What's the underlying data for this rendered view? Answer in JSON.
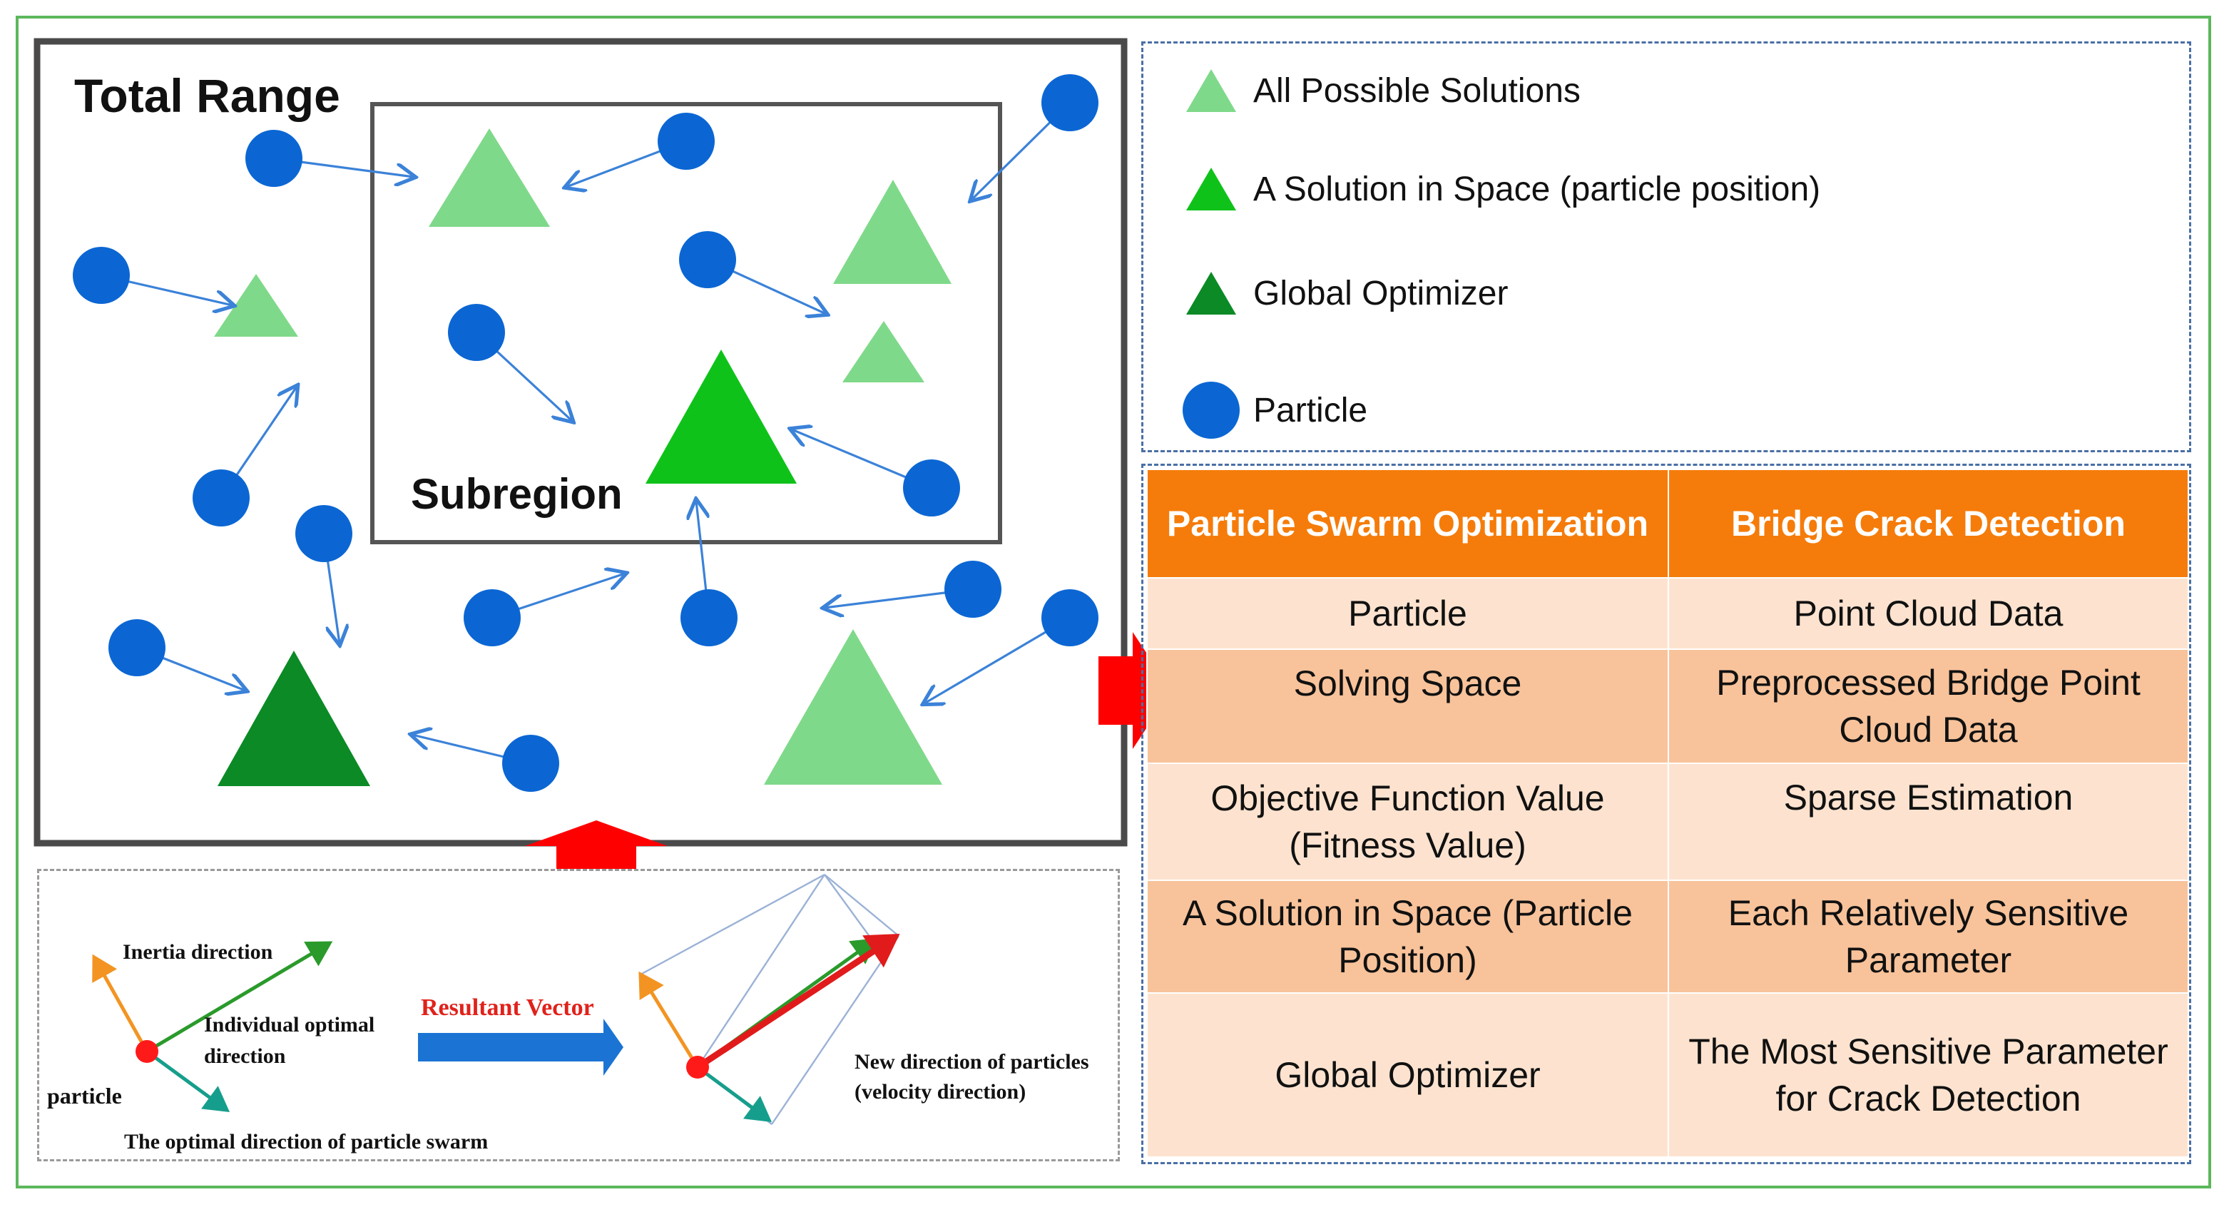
{
  "diagram": {
    "total_range_label": "Total Range",
    "subregion_label": "Subregion",
    "colors": {
      "particle": "#0b66d3",
      "possible_solution": "#7fd98a",
      "solution_in_space": "#0fc21a",
      "global_optimizer": "#0b8a26",
      "arrow": "#3b82d8",
      "pointer": "#ff0000",
      "table_header": "#f57c0a"
    }
  },
  "legend": {
    "items": [
      {
        "icon": "light-green-triangle",
        "label": "All Possible Solutions"
      },
      {
        "icon": "green-triangle",
        "label": "A Solution in Space (particle position)"
      },
      {
        "icon": "dark-green-triangle",
        "label": "Global Optimizer"
      },
      {
        "icon": "blue-circle",
        "label": "Particle"
      }
    ]
  },
  "mapping_table": {
    "headers": [
      "Particle Swarm Optimization",
      "Bridge Crack Detection"
    ],
    "rows": [
      [
        "Particle",
        "Point Cloud Data"
      ],
      [
        "Solving Space",
        "Preprocessed Bridge Point Cloud Data"
      ],
      [
        "Objective Function Value (Fitness Value)",
        "Sparse Estimation"
      ],
      [
        "A Solution in Space (Particle Position)",
        "Each Relatively Sensitive Parameter"
      ],
      [
        "Global Optimizer",
        "The Most Sensitive Parameter for Crack Detection"
      ]
    ]
  },
  "vector_diagram": {
    "inertia_label": "Inertia direction",
    "individual_label_1": "Individual optimal",
    "individual_label_2": "direction",
    "particle_label": "particle",
    "swarm_label": "The optimal direction of particle swarm",
    "resultant_label": "Resultant Vector",
    "new_direction_label_1": "New direction of particles",
    "new_direction_label_2": "(velocity direction)"
  }
}
